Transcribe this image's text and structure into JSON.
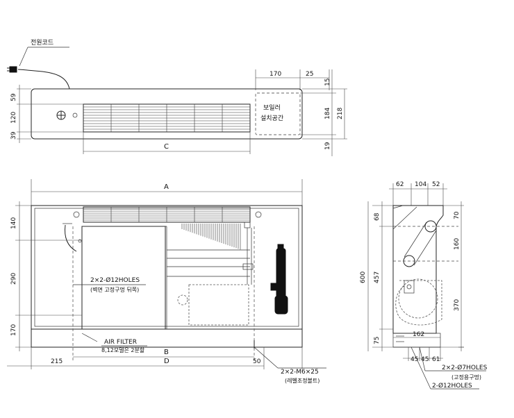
{
  "top_view": {
    "power_cord": "전원코드",
    "boiler_space_1": "보일러",
    "boiler_space_2": "설치공간",
    "dim_170": "170",
    "dim_25": "25",
    "dim_15": "15",
    "dim_184": "184",
    "dim_218": "218",
    "dim_19": "19",
    "dim_59": "59",
    "dim_120": "120",
    "dim_39": "39",
    "dim_c": "C"
  },
  "front_view": {
    "dim_a": "A",
    "dim_b": "B",
    "dim_d": "D",
    "dim_215": "215",
    "dim_50": "50",
    "dim_140": "140",
    "dim_290": "290",
    "dim_170": "170",
    "holes_label": "2×2-Ø12HOLES",
    "holes_note": "(벽면 고정구멍 뒤쪽)",
    "air_filter": "AIR FILTER",
    "filter_note": "8,12모델은 2분할",
    "bolt_label": "2×2-M6×25",
    "bolt_note": "(레벨조정볼트)"
  },
  "side_view": {
    "dim_62": "62",
    "dim_104": "104",
    "dim_52": "52",
    "dim_68": "68",
    "dim_70": "70",
    "dim_160": "160",
    "dim_600": "600",
    "dim_457": "457",
    "dim_370": "370",
    "dim_75": "75",
    "dim_162": "162",
    "dim_45a": "45",
    "dim_45b": "45",
    "dim_61": "61",
    "holes7_label": "2×2-Ø7HOLES",
    "holes7_note": "(고정용구멍)",
    "holes12_label": "2-Ø12HOLES"
  }
}
